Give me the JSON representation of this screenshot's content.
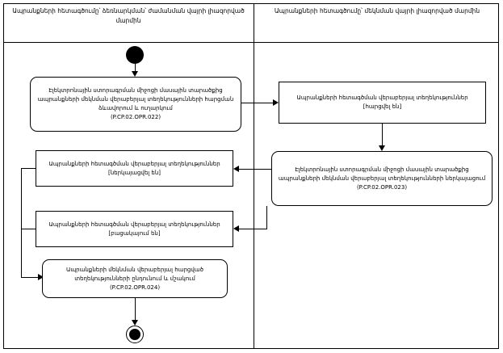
{
  "lanes": {
    "left_title": "Ապրանքների հետագծումը՝ ձեռնարկման՝ ժամանման վայրի լիազորված մարմին",
    "right_title": "Ապրանքների հետագծումը՝ մեկնման վայրի լիազորված մարմին"
  },
  "nodes": {
    "start": "start-node",
    "activity_022": "Էլեկտրոնային ստորագրման միջոցի մասային տարածքից ապրանքների մեկնման վերաբերյալ տեղեկությունների հարցման ձևավորում և ուղարկում\n(P.CP.02.OPR.022)",
    "doc_sent": "Ապրանքների հետագծման վերաբերյալ տեղեկություններ\n[հարցվել են]",
    "activity_023": "Էլեկտրոնային ստորագրման միջոցի մասային տարածքից ապրանքների մեկնման վերաբերյալ տեղեկությունների ներկայացում\n(P.CP.02.OPR.023)",
    "doc_accepted": "Ապրանքների հետագծման վերաբերյալ տեղեկություններ\n[ներկայացվել են]",
    "doc_rejected": "Ապրանքների հետագծման վերաբերյալ տեղեկություններ\n[բացակայում են]",
    "activity_024": "Ապրանքների մեկնման վերաբերյալ հարցված տեղեկությունների ընդունում և մշակում\n(P.CP.02.OPR.024)",
    "end": "end-node"
  },
  "colors": {
    "stroke": "#000000",
    "background": "#ffffff"
  }
}
